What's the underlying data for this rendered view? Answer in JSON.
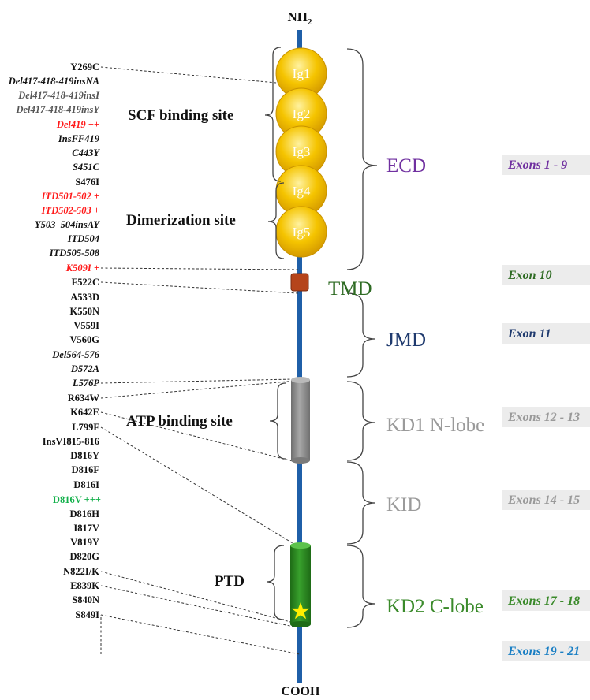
{
  "terminals": {
    "n_term": "NH",
    "n_term_sub": "2",
    "c_term": "COOH"
  },
  "mutations": [
    {
      "label": "Y269C",
      "color": "#111111",
      "italic": false,
      "big": false
    },
    {
      "label": "Del417-418-419insNA",
      "color": "#111111",
      "italic": true,
      "big": false
    },
    {
      "label": "Del417-418-419insI",
      "color": "#555555",
      "italic": true,
      "big": false
    },
    {
      "label": "Del417-418-419insY",
      "color": "#555555",
      "italic": true,
      "big": false
    },
    {
      "label": "Del419 ++",
      "color": "#ff1a1a",
      "italic": true,
      "big": false
    },
    {
      "label": "InsFF419",
      "color": "#111111",
      "italic": true,
      "big": false
    },
    {
      "label": "C443Y",
      "color": "#111111",
      "italic": true,
      "big": false
    },
    {
      "label": "S451C",
      "color": "#111111",
      "italic": true,
      "big": false
    },
    {
      "label": "S476I",
      "color": "#111111",
      "italic": false,
      "big": false
    },
    {
      "label": "ITD501-502 +",
      "color": "#ff1a1a",
      "italic": true,
      "big": false
    },
    {
      "label": "ITD502-503 +",
      "color": "#ff1a1a",
      "italic": true,
      "big": false
    },
    {
      "label": "Y503_504insAY",
      "color": "#111111",
      "italic": true,
      "big": false
    },
    {
      "label": "ITD504",
      "color": "#111111",
      "italic": true,
      "big": false
    },
    {
      "label": "ITD505-508",
      "color": "#111111",
      "italic": true,
      "big": false
    },
    {
      "label": "K509I +",
      "color": "#ff1a1a",
      "italic": true,
      "big": false
    },
    {
      "label": "F522C",
      "color": "#111111",
      "italic": false,
      "big": false
    },
    {
      "label": "A533D",
      "color": "#111111",
      "italic": false,
      "big": false
    },
    {
      "label": "K550N",
      "color": "#111111",
      "italic": false,
      "big": false
    },
    {
      "label": "V559I",
      "color": "#111111",
      "italic": false,
      "big": false
    },
    {
      "label": "V560G",
      "color": "#111111",
      "italic": false,
      "big": false
    },
    {
      "label": "Del564-576",
      "color": "#111111",
      "italic": true,
      "big": false
    },
    {
      "label": "D572A",
      "color": "#111111",
      "italic": true,
      "big": false
    },
    {
      "label": "L576P",
      "color": "#111111",
      "italic": true,
      "big": false
    },
    {
      "label": "R634W",
      "color": "#111111",
      "italic": false,
      "big": false
    },
    {
      "label": "K642E",
      "color": "#111111",
      "italic": false,
      "big": false
    },
    {
      "label": "L799F",
      "color": "#111111",
      "italic": false,
      "big": false
    },
    {
      "label": "InsVI815-816",
      "color": "#111111",
      "italic": false,
      "big": false
    },
    {
      "label": "D816Y",
      "color": "#111111",
      "italic": false,
      "big": false
    },
    {
      "label": "D816F",
      "color": "#111111",
      "italic": false,
      "big": false
    },
    {
      "label": "D816I",
      "color": "#111111",
      "italic": false,
      "big": false
    },
    {
      "label": "D816V +++",
      "color": "#12b04a",
      "italic": false,
      "big": true
    },
    {
      "label": "D816H",
      "color": "#111111",
      "italic": false,
      "big": false
    },
    {
      "label": "I817V",
      "color": "#111111",
      "italic": false,
      "big": false
    },
    {
      "label": "V819Y",
      "color": "#111111",
      "italic": false,
      "big": false
    },
    {
      "label": "D820G",
      "color": "#111111",
      "italic": false,
      "big": false
    },
    {
      "label": "N822I/K",
      "color": "#111111",
      "italic": false,
      "big": false
    },
    {
      "label": "E839K",
      "color": "#111111",
      "italic": false,
      "big": false
    },
    {
      "label": "S840N",
      "color": "#111111",
      "italic": false,
      "big": false
    },
    {
      "label": "S849I",
      "color": "#111111",
      "italic": false,
      "big": false
    }
  ],
  "ig_domains": [
    "Ig1",
    "Ig2",
    "Ig3",
    "Ig4",
    "Ig5"
  ],
  "sites": {
    "scf": "SCF binding site",
    "dimerization": "Dimerization site",
    "atp": "ATP binding site",
    "ptd": "PTD"
  },
  "domains": [
    {
      "key": "ecd",
      "label": "ECD",
      "color": "#7030a0",
      "exon": "Exons 1 - 9",
      "exon_color": "#7030a0"
    },
    {
      "key": "tmd",
      "label": "TMD",
      "color": "#2e6b23",
      "exon": "Exon 10",
      "exon_color": "#2e6b23"
    },
    {
      "key": "jmd",
      "label": "JMD",
      "color": "#1f3a6e",
      "exon": "Exon 11",
      "exon_color": "#1f3a6e"
    },
    {
      "key": "kd1",
      "label": "KD1 N-lobe",
      "color": "#9a9a9a",
      "exon": "Exons 12 - 13",
      "exon_color": "#9a9a9a"
    },
    {
      "key": "kid",
      "label": "KID",
      "color": "#9a9a9a",
      "exon": "Exons 14 - 15",
      "exon_color": "#9a9a9a"
    },
    {
      "key": "kd2",
      "label": "KD2 C-lobe",
      "color": "#3a8a2a",
      "exon": "Exons 17 - 18",
      "exon_color": "#3a8a2a"
    },
    {
      "key": "tail",
      "label": "",
      "color": "#111111",
      "exon": "Exons 19 - 21",
      "exon_color": "#1a7fc4"
    }
  ],
  "colors": {
    "backbone": "#1f5fa8",
    "ig_fill": "#f5c400",
    "tmd_fill": "#b5441b",
    "kd1_fill": "#8c8c8c",
    "kd2_fill": "#2f8a24",
    "star": "#ffee00",
    "exon_box": "#ececec"
  }
}
